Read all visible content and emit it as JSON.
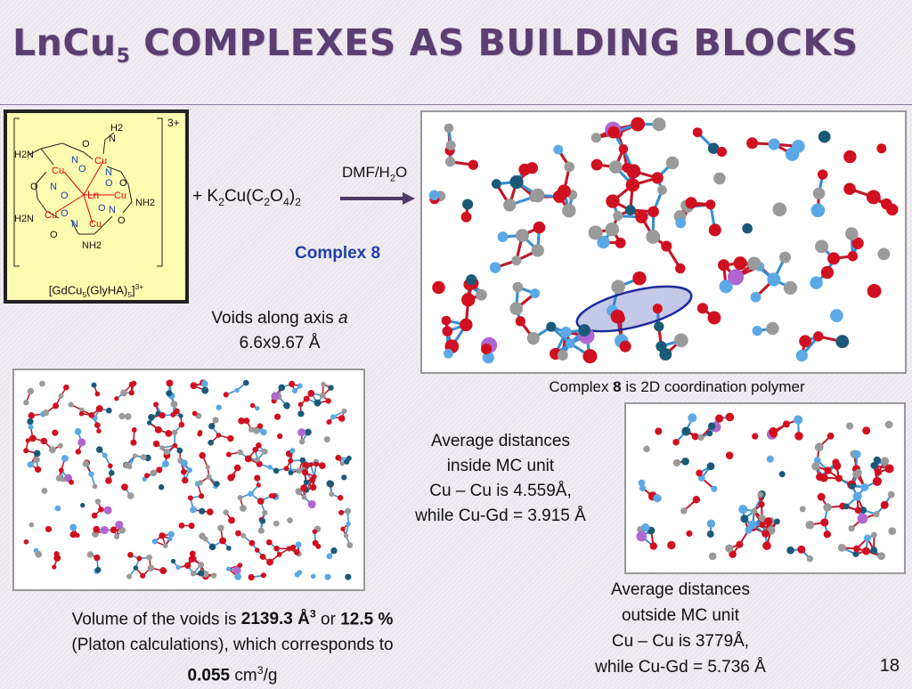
{
  "title": {
    "main_prefix": "LnCu",
    "subscript": "5",
    "main_suffix": " COMPLEXES AS BUILDING BLOCKS"
  },
  "reaction": {
    "plus": "+ ",
    "reagent_k": "K",
    "reagent_k_sub": "2",
    "reagent_cu": "Cu(C",
    "reagent_c_sub": "2",
    "reagent_o": "O",
    "reagent_o_sub": "4",
    "reagent_close": ")",
    "reagent_close_sub": "2",
    "solvent_prefix": "DMF/H",
    "solvent_sub": "2",
    "solvent_suffix": "O",
    "product_label": "Complex 8"
  },
  "molecule": {
    "charge": "3+",
    "caption_prefix": "[GdCu",
    "caption_sub": "5",
    "caption_mid": "(GlyHA)",
    "caption_sub2": "5",
    "caption_suffix": "]",
    "caption_sup": "3+",
    "atoms": {
      "ln": "Ln",
      "cu": "Cu",
      "o": "O",
      "n": "N",
      "h2n": "H2N",
      "nh2": "NH2",
      "h2": "H2"
    }
  },
  "voids": {
    "line1_prefix": "Voids along axis ",
    "line1_axis": "a",
    "line2": "6.6x9.67 Å"
  },
  "complex_caption": {
    "prefix": "Complex ",
    "bold": "8",
    "suffix": " is 2D coordination polymer"
  },
  "inside_mc": {
    "line1": "Average distances",
    "line2": "inside MC unit",
    "line3": "Cu – Cu is 4.559Å,",
    "line4": "while Cu-Gd = 3.915 Å"
  },
  "outside_mc": {
    "line1": "Average distances",
    "line2": "outside MC unit",
    "line3": "Cu – Cu is 3779Å,",
    "line4": "while Cu-Gd = 5.736 Å"
  },
  "volume": {
    "prefix": "Volume of the voids  is  ",
    "value": "2139.3 Å",
    "value_sup": "3",
    "mid": " or ",
    "percent": "12.5 %",
    "line2": "(Platon calculations), which corresponds to",
    "density": "0.055",
    "unit": " cm",
    "unit_sup": "3",
    "unit_suffix": "/g"
  },
  "page_number": "18",
  "colors": {
    "title": "#5b3e72",
    "arrow": "#4f3a68",
    "complex_label": "#1f3fa8",
    "cu": "#e80000",
    "oxygen": "#d01020",
    "cu_atom": "#5aa9e6",
    "carbon": "#9a9a9a",
    "nitrogen": "#1a5a78",
    "gd": "#b066d0",
    "panel_yellow": "#fbfcb0"
  }
}
